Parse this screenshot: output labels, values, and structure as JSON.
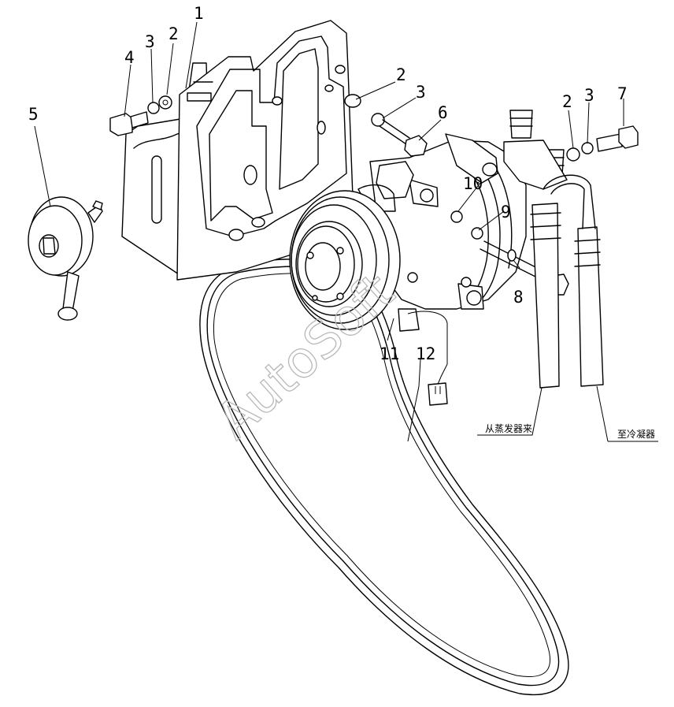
{
  "callouts": {
    "p1": "1",
    "p2a": "2",
    "p2b": "2",
    "p2c": "2",
    "p3a": "3",
    "p3b": "3",
    "p3c": "3",
    "p4": "4",
    "p5": "5",
    "p6": "6",
    "p7": "7",
    "p8": "8",
    "p9": "9",
    "p10": "10",
    "p11": "11",
    "p12": "12"
  },
  "hose_labels": {
    "from_evaporator": "从蒸发器来",
    "to_condenser": "至冷凝器"
  },
  "watermark": "AutoSoft"
}
